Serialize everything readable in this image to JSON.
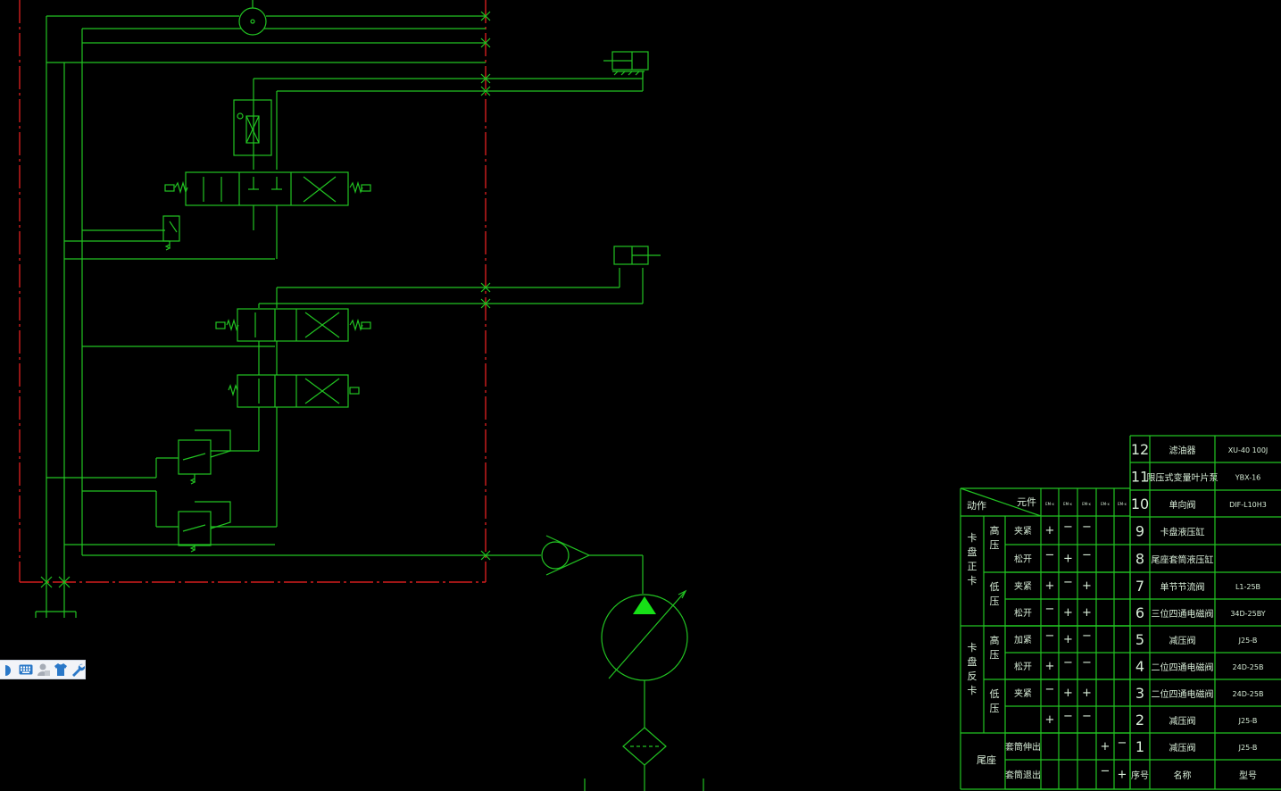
{
  "toolbar": {
    "icons": [
      "partial-icon",
      "keyboard-icon",
      "user-icon",
      "shirt-icon",
      "wrench-icon"
    ]
  },
  "parts_table": {
    "rows": [
      {
        "no": "12",
        "name": "滤油器",
        "model": "XU-40 100J"
      },
      {
        "no": "11",
        "name": "限压式变量叶片泵",
        "model": "YBX-16"
      },
      {
        "no": "10",
        "name": "单向阀",
        "model": "DIF-L10H3"
      },
      {
        "no": "9",
        "name": "卡盘液压缸",
        "model": ""
      },
      {
        "no": "8",
        "name": "尾座套筒液压缸",
        "model": ""
      },
      {
        "no": "7",
        "name": "单节节流阀",
        "model": "L1-25B"
      },
      {
        "no": "6",
        "name": "三位四通电磁阀",
        "model": "34D-25BY"
      },
      {
        "no": "5",
        "name": "减压阀",
        "model": "J25-B"
      },
      {
        "no": "4",
        "name": "二位四通电磁阀",
        "model": "24D-25B"
      },
      {
        "no": "3",
        "name": "二位四通电磁阀",
        "model": "24D-25B"
      },
      {
        "no": "2",
        "name": "减压阀",
        "model": "J25-B"
      },
      {
        "no": "1",
        "name": "减压阀",
        "model": "J25-B"
      }
    ],
    "footer": {
      "no": "序号",
      "name": "名称",
      "model": "型号"
    }
  },
  "action_table": {
    "header_action": "动作",
    "header_element": "元件",
    "groups": [
      {
        "label": "卡盘正卡",
        "subs": [
          {
            "label": "高压",
            "rows": [
              {
                "action": "夹紧",
                "signs": [
                  "+",
                  "−",
                  "−",
                  "",
                  ""
                ]
              },
              {
                "action": "松开",
                "signs": [
                  "−",
                  "+",
                  "−",
                  "",
                  ""
                ]
              }
            ]
          },
          {
            "label": "低压",
            "rows": [
              {
                "action": "夹紧",
                "signs": [
                  "+",
                  "−",
                  "+",
                  "",
                  ""
                ]
              },
              {
                "action": "松开",
                "signs": [
                  "−",
                  "+",
                  "+",
                  "",
                  ""
                ]
              }
            ]
          }
        ]
      },
      {
        "label": "卡盘反卡",
        "subs": [
          {
            "label": "高压",
            "rows": [
              {
                "action": "加紧",
                "signs": [
                  "−",
                  "+",
                  "−",
                  "",
                  ""
                ]
              },
              {
                "action": "松开",
                "signs": [
                  "+",
                  "−",
                  "−",
                  "",
                  ""
                ]
              }
            ]
          },
          {
            "label": "低压",
            "rows": [
              {
                "action": "夹紧",
                "signs": [
                  "−",
                  "+",
                  "+",
                  "",
                  ""
                ]
              },
              {
                "action": "",
                "signs": [
                  "+",
                  "−",
                  "−",
                  "",
                  ""
                ]
              }
            ]
          }
        ]
      },
      {
        "label": "尾座",
        "subs": [
          {
            "label": "",
            "rows": [
              {
                "action": "套筒伸出",
                "signs": [
                  "",
                  "",
                  "",
                  "+",
                  "−"
                ]
              },
              {
                "action": "套筒退出",
                "signs": [
                  "",
                  "",
                  "",
                  "−",
                  "+"
                ]
              }
            ]
          }
        ]
      }
    ]
  }
}
